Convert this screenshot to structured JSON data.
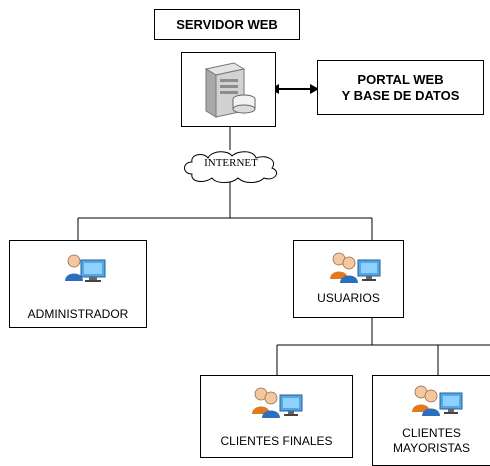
{
  "nodes": {
    "server_title": "SERVIDOR WEB",
    "portal_line1": "PORTAL WEB",
    "portal_line2": "Y BASE DE DATOS",
    "internet": "INTERNET",
    "admin": "ADMINISTRADOR",
    "users": "USUARIOS",
    "final_clients": "CLIENTES FINALES",
    "wholesale_line1": "CLIENTES",
    "wholesale_line2": "MAYORISTAS"
  }
}
